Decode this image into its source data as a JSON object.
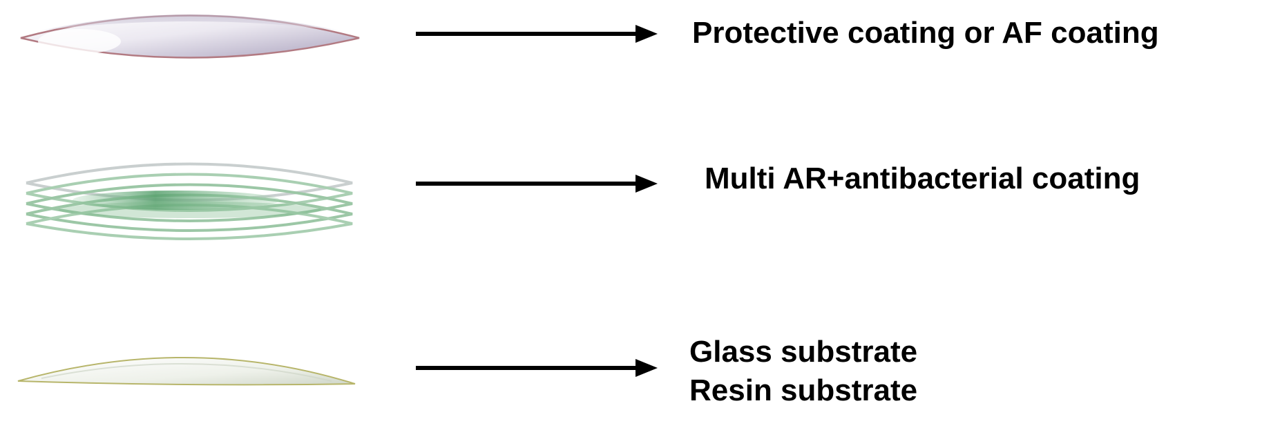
{
  "layers": [
    {
      "id": "protective",
      "lines": [
        "Protective coating or AF coating"
      ],
      "lens_icon": "curved-lens-disc-purple-icon"
    },
    {
      "id": "multi-ar",
      "lines": [
        "Multi AR+antibacterial coating"
      ],
      "lens_icon": "stacked-coating-layers-green-icon"
    },
    {
      "id": "substrate",
      "lines": [
        "Glass substrate",
        "Resin substrate"
      ],
      "lens_icon": "flat-lens-substrate-icon"
    }
  ],
  "colors": {
    "arrow": "#000000",
    "text": "#000000",
    "protective_fill_light": "#f4f2f8",
    "protective_fill_dark": "#b9b3c9",
    "protective_edge": "#b27a82",
    "coating_stroke": "#9cc7a6",
    "coating_fill": "#5fa473",
    "substrate_fill": "#f1f3ee",
    "substrate_edge": "#b7b56a"
  }
}
